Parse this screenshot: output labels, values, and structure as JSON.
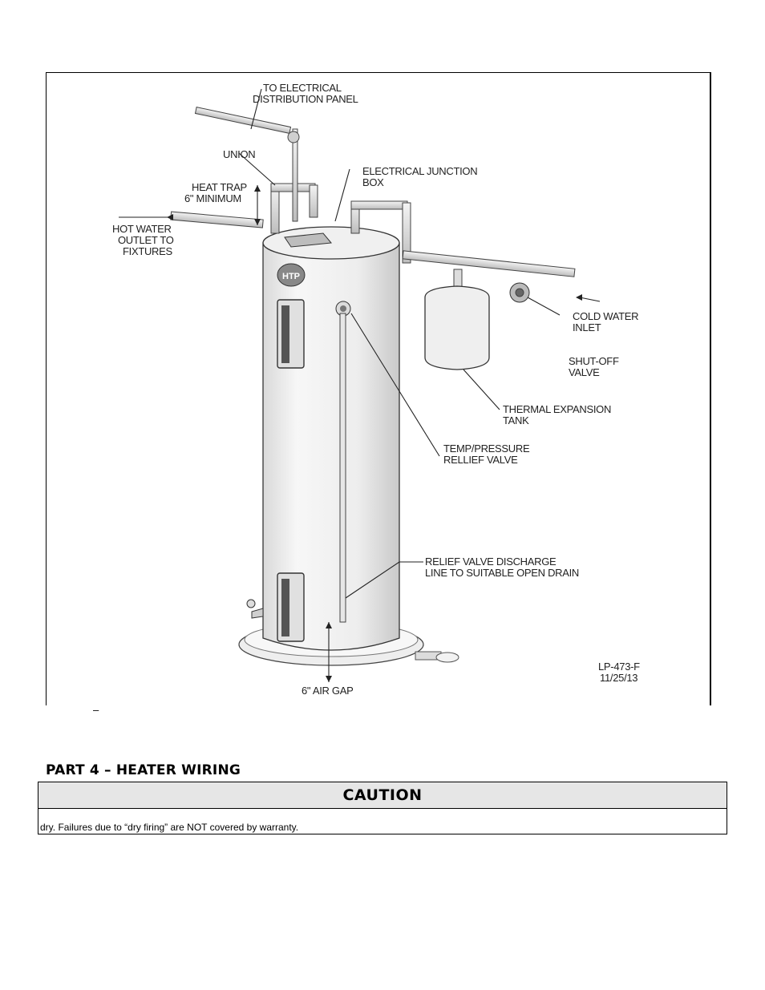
{
  "figure": {
    "labels": {
      "to_panel_1": "TO ELECTRICAL",
      "to_panel_2": "DISTRIBUTION PANEL",
      "union": "UNION",
      "heat_trap_1": "HEAT TRAP",
      "heat_trap_2": "6\" MINIMUM",
      "hot_water_1": "HOT WATER",
      "hot_water_2": "OUTLET TO",
      "hot_water_3": "FIXTURES",
      "junction_1": "ELECTRICAL JUNCTION",
      "junction_2": "BOX",
      "cold_water_1": "COLD WATER",
      "cold_water_2": "INLET",
      "shutoff_1": "SHUT-OFF",
      "shutoff_2": "VALVE",
      "expansion_1": "THERMAL EXPANSION",
      "expansion_2": "TANK",
      "tp_valve_1": "TEMP/PRESSURE",
      "tp_valve_2": "RELLIEF VALVE",
      "discharge_1": "RELIEF VALVE DISCHARGE",
      "discharge_2": "LINE TO SUITABLE OPEN DRAIN",
      "air_gap": "6\" AIR GAP",
      "drawing_no": "LP-473-F",
      "drawing_date": "11/25/13",
      "logo": "HTP"
    },
    "caption_mark": "–"
  },
  "section": {
    "heading": "PART 4 – HEATER WIRING"
  },
  "caution": {
    "title": "CAUTION",
    "text": "dry. Failures due to “dry firing” are NOT covered by warranty."
  }
}
